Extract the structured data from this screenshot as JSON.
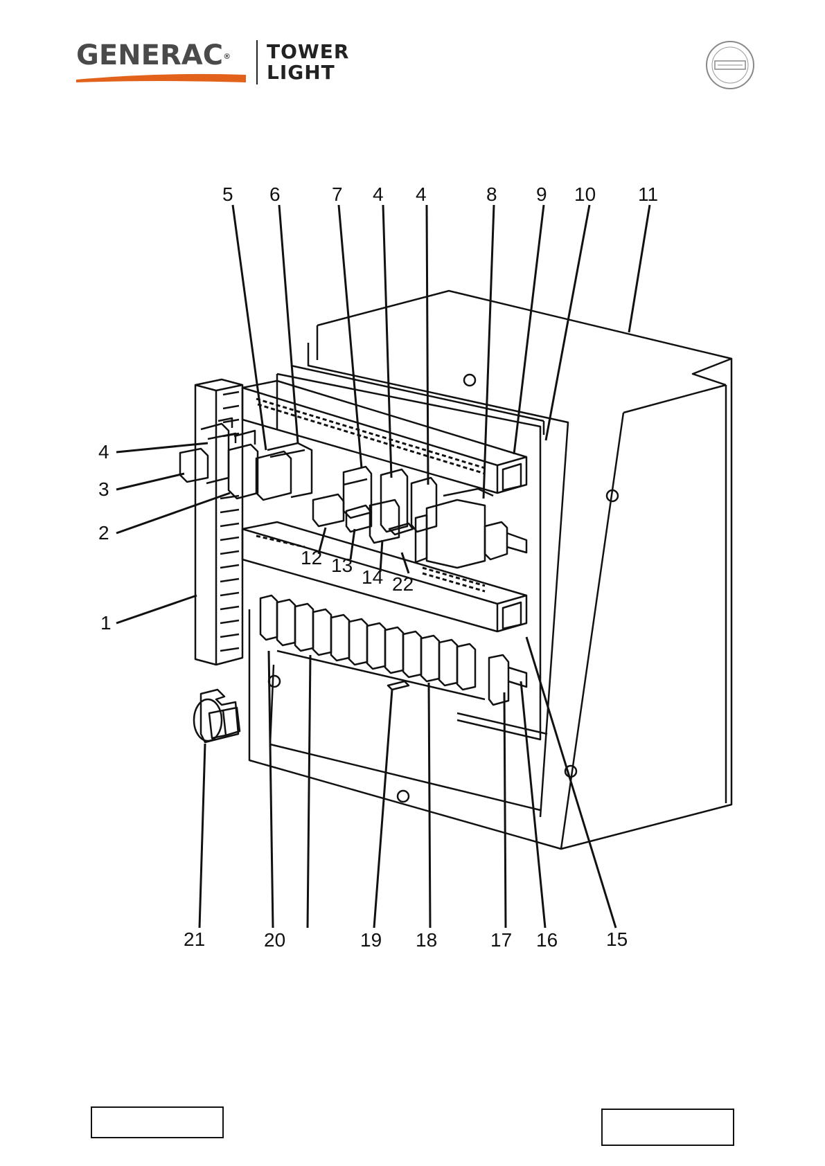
{
  "header": {
    "brand": "GENERAC",
    "registered_mark": "®",
    "product_line1": "TOWER",
    "product_line2": "LIGHT",
    "brand_accent_color": "#e3621b",
    "seal_icon": "certification-seal-icon"
  },
  "callouts": {
    "c1": "1",
    "c2": "2",
    "c3": "3",
    "c4a": "4",
    "c5": "5",
    "c6": "6",
    "c7": "7",
    "c4b": "4",
    "c4c": "4",
    "c8": "8",
    "c9": "9",
    "c10": "10",
    "c11": "11",
    "c12": "12",
    "c13": "13",
    "c14": "14",
    "c22": "22",
    "c15": "15",
    "c16": "16",
    "c17": "17",
    "c18": "18",
    "c19": "19",
    "c20": "20",
    "c21": "21"
  },
  "footer": {
    "left_box": "",
    "right_box": ""
  }
}
